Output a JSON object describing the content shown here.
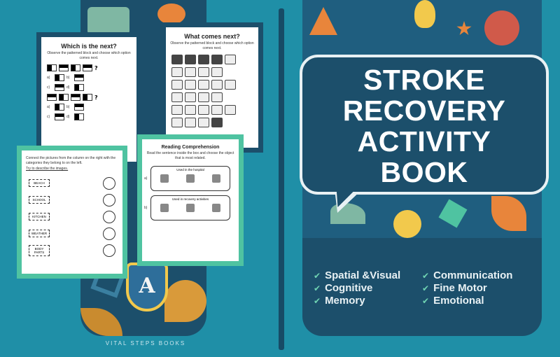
{
  "book": {
    "title_lines": [
      "STROKE",
      "RECOVERY",
      "ACTIVITY",
      "BOOK"
    ],
    "publisher": "VITAL STEPS BOOKS",
    "spine_letter": "A"
  },
  "skills": [
    "Spatial &Visual",
    "Communication",
    "Cognitive",
    "Fine Motor",
    "Memory",
    "Emotional"
  ],
  "worksheets": {
    "sheet_a": {
      "title": "Which is the next?",
      "subtitle": "Observe the patterned block and choose which option comes next.",
      "options": [
        "a)",
        "b)",
        "c)",
        "d)"
      ]
    },
    "sheet_b": {
      "title": "What comes next?",
      "subtitle": "Observe the patterned block and choose which option comes next."
    },
    "sheet_c": {
      "subtitle": "Connect the pictures from the column on the right with the categories they belong to on the left.",
      "hint": "Try to describe the images.",
      "categories": [
        "BEACH",
        "SCHOOL",
        "KITCHEN",
        "WEATHER",
        "BODY PARTS"
      ]
    },
    "sheet_d": {
      "title": "Reading Comprehension",
      "subtitle": "Read the sentence inside the box and choose the object that is most related.",
      "q1": "Used in the hospital",
      "q2": "Used in recovery activities",
      "labels": [
        "a)",
        "b)"
      ]
    }
  },
  "colors": {
    "background": "#1f8fa7",
    "cover": "#1c4f6b",
    "accent_green": "#4fc3a1",
    "check": "#6fd3b2"
  }
}
